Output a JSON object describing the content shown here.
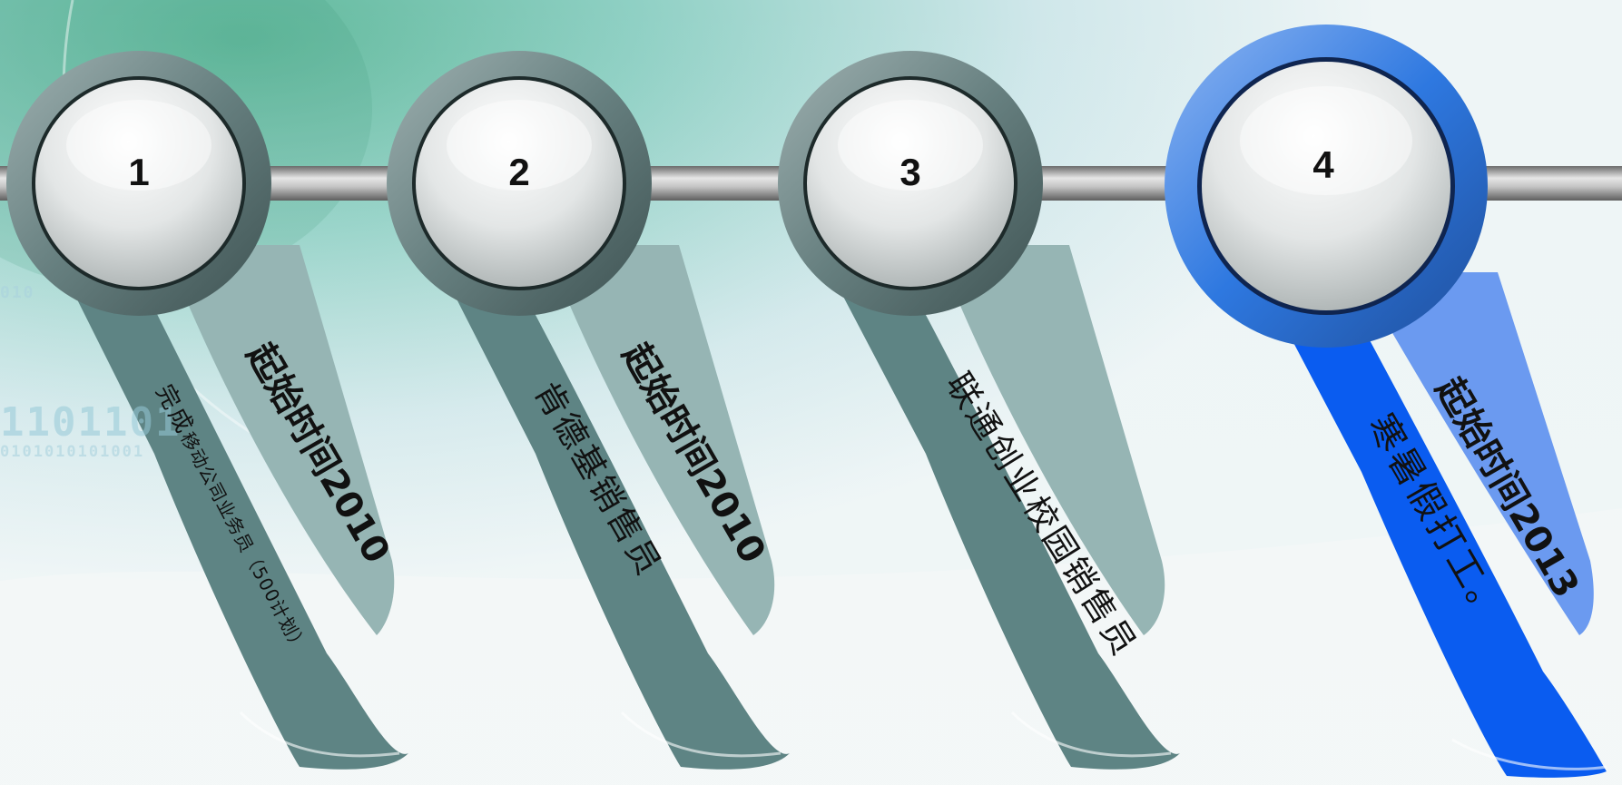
{
  "background": {
    "binary_row_1": "1101101",
    "binary_row_2": "0101010101001",
    "binary_row_3": "010"
  },
  "colors": {
    "accent_active": "#1a5fd6",
    "ribbon_gray": "#5f8585",
    "ribbon_active": "#0a5cf0",
    "bar": "#9a9a9a"
  },
  "steps": [
    {
      "number": "1",
      "title": "起始时间2010",
      "description_lead": "完成",
      "description": "移动公司业务员（500计划）"
    },
    {
      "number": "2",
      "title": "起始时间2010",
      "description": "肯德基销售员"
    },
    {
      "number": "3",
      "title": "",
      "description": "联通创业校园销售员"
    },
    {
      "number": "4",
      "title": "起始时间2013",
      "description": "寒暑假打工。"
    }
  ]
}
